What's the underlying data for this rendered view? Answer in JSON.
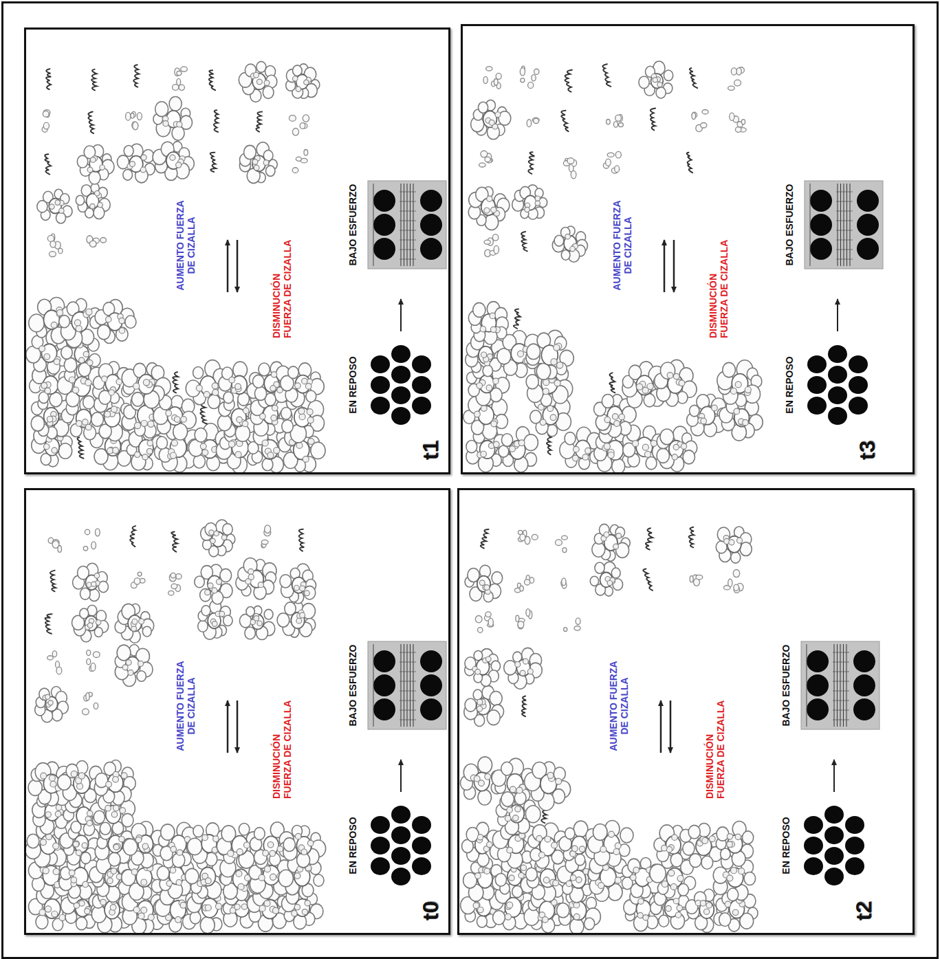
{
  "diagram": {
    "labels": [
      "AUMENTO FUERZA DE CIZALLA",
      "DISMINUCIÓN FUERZA DE CIZALLA",
      "EN REPOSO",
      "BAJO ESFUERZO",
      "t1",
      "AUMENTO FUERZA DE CIZALLA",
      "DISMINUCIÓN FUERZA DE CIZALLA",
      "EN REPOSO",
      "BAJO ESFUERZO",
      "t3",
      "AUMENTO FUERZA DE CIZALLA",
      "DISMINUCIÓN FUERZA DE CIZALLA",
      "EN REPOSO",
      "BAJO ESFUERZO",
      "t0",
      "AUMENTO FUERZA DE CIZALLA",
      "DISMINUCIÓN FUERZA DE CIZALLA",
      "EN REPOSO",
      "BAJO ESFUERZO",
      "t2"
    ]
  }
}
